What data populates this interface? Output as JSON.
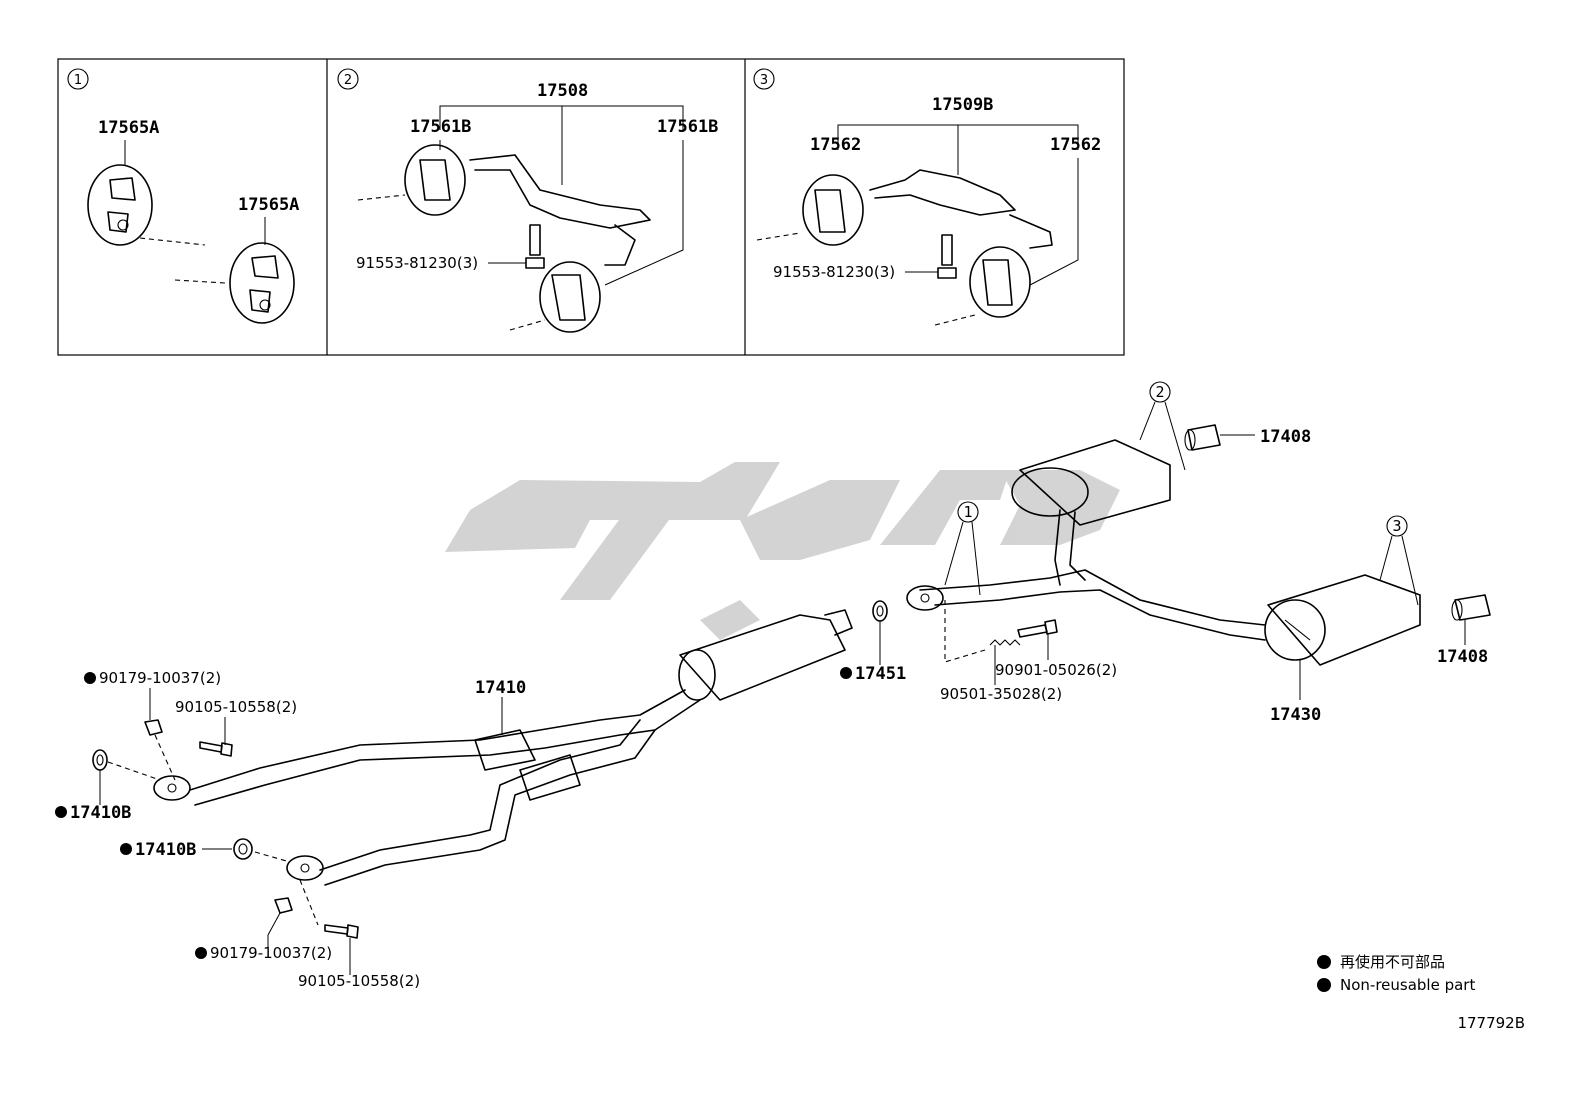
{
  "insets": [
    {
      "number": "1",
      "labels": {
        "mount_a": "17565A",
        "mount_b": "17565A"
      }
    },
    {
      "number": "2",
      "labels": {
        "bracket": "17508",
        "mount_left": "17561B",
        "mount_right": "17561B",
        "bolt": "91553-81230(3)"
      }
    },
    {
      "number": "3",
      "labels": {
        "bracket": "17509B",
        "mount_left": "17562",
        "mount_right": "17562",
        "bolt": "91553-81230(3)"
      }
    }
  ],
  "main": {
    "callouts": {
      "c2": "2",
      "c1": "1",
      "c3": "3"
    },
    "labels": {
      "tail_pipe_upper": "17408",
      "tail_pipe_right": "17408",
      "rear_muffler": "17430",
      "front_pipe": "17410",
      "gasket_center": "17451",
      "bolt_center": "90901-05026(2)",
      "spring_center": "90501-35028(2)",
      "nut_upper_left": "90179-10037(2)",
      "bolt_upper_left": "90105-10558(2)",
      "gasket_upper_left": "17410B",
      "gasket_lower_left": "17410B",
      "nut_lower_left": "90179-10037(2)",
      "bolt_lower_left": "90105-10558(2)"
    }
  },
  "legend": {
    "ja": "再使用不可部品",
    "en": "Non-reusable part"
  },
  "diagram_code": "177792B"
}
